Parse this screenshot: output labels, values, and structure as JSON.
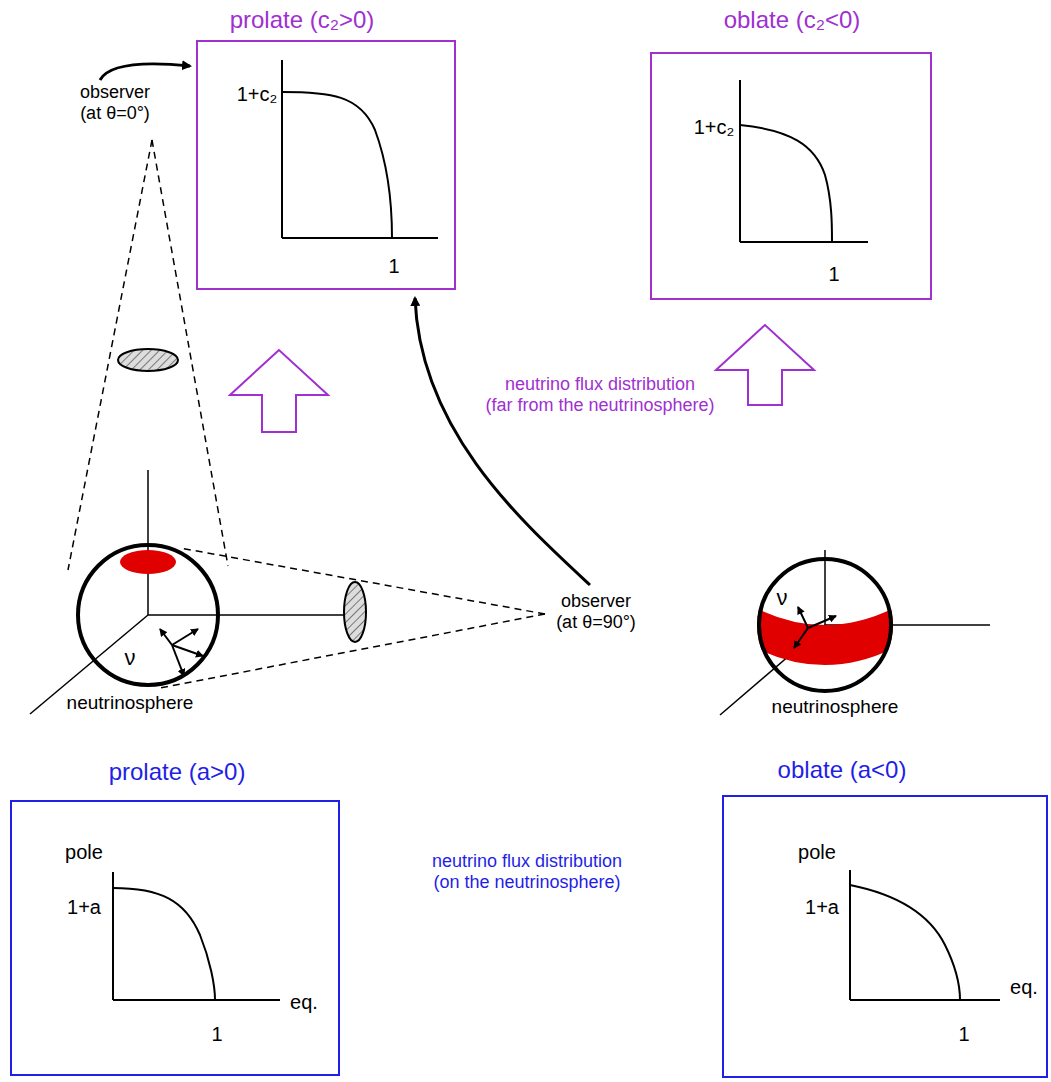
{
  "diagram": {
    "nodes": [
      {
        "text": [
          "prolate (c₂>0)",
          "1+c₂",
          "1"
        ]
      },
      {
        "text": [
          "oblate (c₂<0)",
          "1+c₂",
          "1"
        ]
      },
      {
        "text": [
          "prolate (a>0)",
          "pole",
          "1+a",
          "1",
          "eq."
        ]
      },
      {
        "text": [
          "oblate (a<0)",
          "pole",
          "1+a",
          "1",
          "eq."
        ]
      },
      {
        "text": [
          "ν",
          "neutrinosphere"
        ]
      },
      {
        "text": [
          "ν",
          "neutrinosphere"
        ]
      }
    ],
    "edges": [],
    "labels": [
      "observer (at θ=0°)",
      "observer (at θ=90°)",
      "neutrino flux distribution (far from the neutrinosphere)",
      "neutrino flux distribution (on the neutrinosphere)"
    ]
  }
}
